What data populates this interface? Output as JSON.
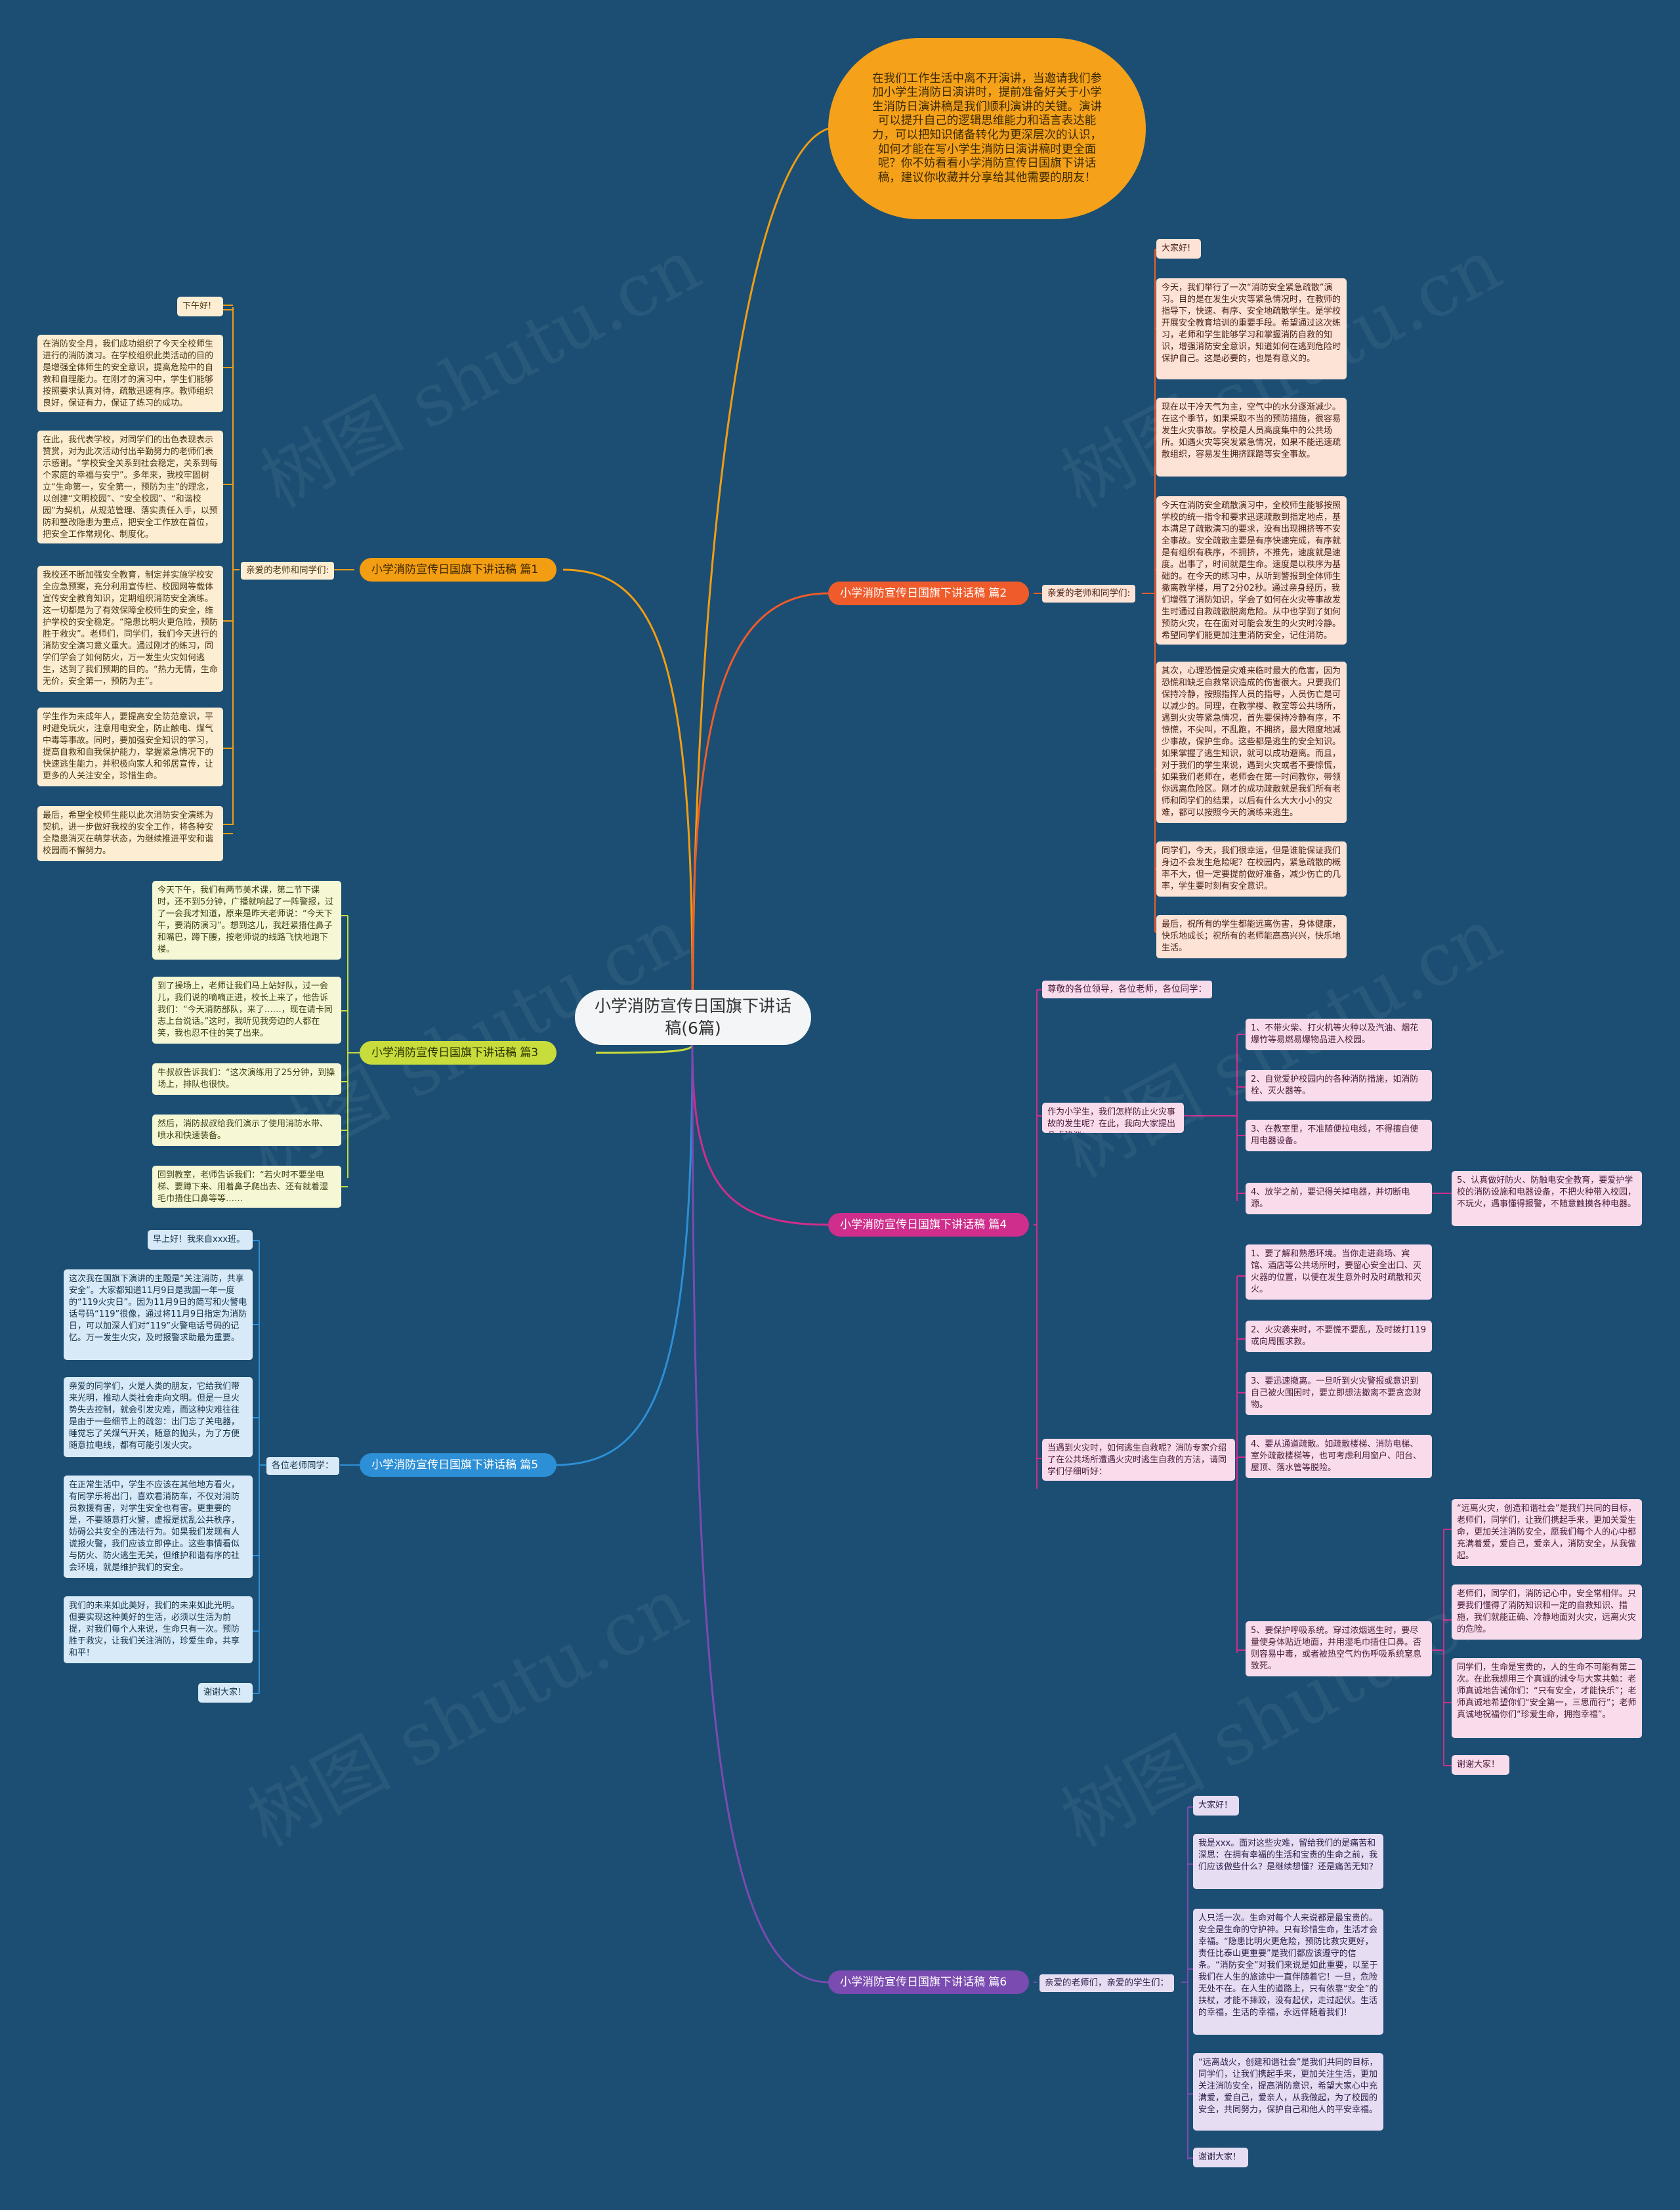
{
  "root": "小学消防宣传日国旗下讲话稿(6篇)",
  "intro": "在我们工作生活中离不开演讲，当邀请我们参加小学生消防日演讲时，提前准备好关于小学生消防日演讲稿是我们顺利演讲的关键。演讲可以提升自己的逻辑思维能力和语言表达能力，可以把知识储备转化为更深层次的认识，如何才能在写小学生消防日演讲稿时更全面呢？你不妨看看小学消防宣传日国旗下讲话稿，建议你收藏并分享给其他需要的朋友！",
  "watermark": "树图 shutu.cn",
  "branches": {
    "p1": {
      "title": "小学消防宣传日国旗下讲话稿 篇1",
      "sub": "亲爱的老师和同学们:",
      "leaves": [
        "下午好!",
        "在消防安全月，我们成功组织了今天全校师生进行的消防演习。在学校组织此类活动的目的是增强全体师生的安全意识，提高危险中的自救和自理能力。在刚才的演习中，学生们能够按照要求认真对待，疏散迅速有序。教师组织良好，保证有力，保证了练习的成功。",
        "在此，我代表学校，对同学们的出色表现表示赞赏，对为此次活动付出辛勤努力的老师们表示感谢。“学校安全关系到社会稳定，关系到每个家庭的幸福与安宁”。多年来，我校牢固树立“生命第一，安全第一，预防为主”的理念，以创建“文明校园”、“安全校园”、“和谐校园”为契机，从规范管理、落实责任入手，以预防和整改隐患为重点，把安全工作放在首位，把安全工作常规化、制度化。",
        "我校还不断加强安全教育，制定并实施学校安全应急预案，充分利用宣传栏、校园网等载体宣传安全教育知识，定期组织消防安全演练。这一切都是为了有效保障全校师生的安全，维护学校的安全稳定。“隐患比明火更危险，预防胜于救灾”。老师们，同学们，我们今天进行的消防安全演习意义重大。通过刚才的练习，同学们学会了如何防火，万一发生火灾如何逃生，达到了我们预期的目的。“热力无情，生命无价，安全第一，预防为主”。",
        "学生作为未成年人，要提高安全防范意识，平时避免玩火，注意用电安全，防止触电、煤气中毒等事故。同时，要加强安全知识的学习，提高自救和自我保护能力，掌握紧急情况下的快速逃生能力，并积极向家人和邻居宣传，让更多的人关注安全，珍惜生命。",
        "最后，希望全校师生能以此次消防安全演练为契机，进一步做好我校的安全工作，将各种安全隐患消灭在萌芽状态，为继续推进平安和谐校园而不懈努力。"
      ]
    },
    "p2": {
      "title": "小学消防宣传日国旗下讲话稿 篇2",
      "sub": "亲爱的老师和同学们:",
      "leaves": [
        "大家好!",
        "今天，我们举行了一次“消防安全紧急疏散”演习。目的是在发生火灾等紧急情况时，在教师的指导下，快速、有序、安全地疏散学生。是学校开展安全教育培训的重要手段。希望通过这次练习，老师和学生能够学习和掌握消防自救的知识，增强消防安全意识，知道如何在逃到危险时保护自己。这是必要的，也是有意义的。",
        "现在以干冷天气为主，空气中的水分逐渐减少。在这个季节，如果采取不当的预防措施，很容易发生火灾事故。学校是人员高度集中的公共场所。如遇火灾等突发紧急情况，如果不能迅速疏散组织，容易发生拥挤踩踏等安全事故。",
        "今天在消防安全疏散演习中，全校师生能够按照学校的统一指令和要求迅速疏散到指定地点，基本满足了疏散演习的要求，没有出现拥挤等不安全事故。安全疏散主要是有序快速完成，有序就是有组织有秩序，不拥挤，不推先，速度就是速度。出事了，时间就是生命。速度是以秩序为基础的。在今天的练习中，从听到警报到全体师生撤离教学楼，用了2分02秒。通过亲身经历，我们增强了消防知识，学会了如何在火灾等事故发生时通过自救疏散脱离危险。从中也学到了如何预防火灾，在在面对可能会发生的火灾时冷静。希望同学们能更加注重消防安全，记住消防。",
        "其次，心理恐慌是灾难来临时最大的危害，因为恐慌和缺乏自救常识造成的伤害很大。只要我们保持冷静，按照指挥人员的指导，人员伤亡是可以减少的。同理，在教学楼、教室等公共场所，遇到火灾等紧急情况，首先要保持冷静有序，不惊慌，不尖叫，不乱跑，不拥挤，最大限度地减少事故，保护生命。这些都是逃生的安全知识。如果掌握了逃生知识，就可以成功避离。而且，对于我们的学生来说，遇到火灾或者不要惊慌，如果我们老师在，老师会在第一时间教你，带领你远离危险区。刚才的成功疏散就是我们所有老师和同学们的结果，以后有什么大大小小的灾难，都可以按照今天的演练来逃生。",
        "同学们，今天，我们很幸运，但是谁能保证我们身边不会发生危险呢？在校园内，紧急疏散的概率不大，但一定要提前做好准备，减少伤亡的几率，学生要时刻有安全意识。",
        "最后，祝所有的学生都能远离伤害，身体健康，快乐地成长；祝所有的老师能高高兴兴，快乐地生活。"
      ]
    },
    "p3": {
      "title": "小学消防宣传日国旗下讲话稿 篇3",
      "leaves": [
        "今天下午，我们有两节美术课，第二节下课时，还不到5分钟，广播就响起了一阵警报，过了一会我才知道，原来是昨天老师说：“今天下午，要消防演习”。想到这儿，我赶紧捂住鼻子和嘴巴，蹲下腰，按老师说的线路飞快地跑下楼。",
        "到了操场上，老师让我们马上站好队，过一会儿，我们说的嘀嘀正进，校长上来了，他告诉我们：“今天消防部队，来了……，现在请卡同志上台说话。”这时，我听见我旁边的人都在笑，我也忍不住的笑了出来。",
        "牛叔叔告诉我们：“这次演练用了25分钟，到操场上，排队也很快。",
        "然后，消防叔叔给我们演示了使用消防水带、喷水和快速装备。",
        "回到教室，老师告诉我们：“若火时不要坐电梯、要蹲下来、用着鼻子爬出去、还有就着湿毛巾捂住口鼻等等……"
      ]
    },
    "p4": {
      "title": "小学消防宣传日国旗下讲话稿 篇4",
      "greeting": "尊敬的各位领导，各位老师，各位同学：",
      "sub1": "作为小学生，我们怎样防止火灾事故的发生呢？在此，我向大家提出几点建议：",
      "tips1": [
        "1、不带火柴、打火机等火种以及汽油、烟花爆竹等易燃易爆物品进入校园。",
        "2、自觉爱护校园内的各种消防措施，如消防栓、灭火器等。",
        "3、在教室里，不准随便拉电线，不得擅自使用电器设备。",
        "4、放学之前，要记得关掉电器，并切断电源。"
      ],
      "tip5": "5、认真做好防火、防触电安全教育，要爱护学校的消防设施和电器设备，不把火种带入校园，不玩火，遇事懂得报警，不随意触摸各种电器。",
      "sub2": "当遇到火灾时，如何逃生自救呢？消防专家介绍了在公共场所遭遇火灾时逃生自救的方法，请同学们仔细听好：",
      "tips2": [
        "1、要了解和熟悉环境。当你走进商场、宾馆、酒店等公共场所时，要留心安全出口、灭火器的位置，以便在发生意外时及时疏散和灭火。",
        "2、火灾袭来时，不要慌不要乱，及时拨打119或向周围求救。",
        "3、要迅速撤离。一旦听到火灾警报或意识到自己被火围困时，要立即想法撤离不要贪恋财物。",
        "4、要从通道疏散。如疏散楼梯、消防电梯、室外疏散楼梯等，也可考虑利用窗户、阳台、屋顶、落水管等脱险。",
        "5、要保护呼吸系统。穿过浓烟逃生时，要尽量使身体贴近地面，并用湿毛巾捂住口鼻。否则容易中毒，或者被热空气灼伤呼吸系统窒息致死。"
      ],
      "end": [
        "“远离火灾，创造和谐社会”是我们共同的目标，老师们，同学们，让我们携起手来，更加关爱生命，更加关注消防安全，愿我们每个人的心中都充满着爱，爱自己，爱亲人，消防安全，从我做起。",
        "老师们，同学们，消防记心中，安全常相伴。只要我们懂得了消防知识和一定的自救知识、措施，我们就能正确、冷静地面对火灾，远离火灾的危险。",
        "同学们，生命是宝贵的，人的生命不可能有第二次。在此我想用三个真诚的诫令与大家共勉：老师真诚地告诫你们：“只有安全，才能快乐”；老师真诚地希望你们“安全第一，三思而行”；老师真诚地祝福你们“珍爱生命，拥抱幸福”。",
        "谢谢大家！"
      ]
    },
    "p5": {
      "title": "小学消防宣传日国旗下讲话稿 篇5",
      "sub": "各位老师同学：",
      "leaves": [
        "早上好！我来自xxx班。",
        "这次我在国旗下演讲的主题是“关注消防，共享安全”。大家都知道11月9日是我国一年一度的“119火灾日”。因为11月9日的简写和火警电话号码“119”很像，通过将11月9日指定为消防日，可以加深人们对“119”火警电话号码的记忆。万一发生火灾，及时报警求助最为重要。",
        "亲爱的同学们，火是人类的朋友，它给我们带来光明，推动人类社会走向文明。但是一旦火势失去控制，就会引发灾难，而这种灾难往往是由于一些细节上的疏忽：出门忘了关电器，睡觉忘了关煤气开关，随意的抛头，为了方便随意拉电线，都有可能引发火灾。",
        "在正常生活中，学生不应该在其他地方看火，有同学乐将出门，喜欢看消防车，不仅对消防员救援有害，对学生安全也有害。更重要的是，不要随意打火警，虚报是扰乱公共秩序，妨碍公共安全的违法行为。如果我们发现有人谎报火警，我们应该立即停止。这些事情看似与防火、防火逃生无关，但维护和谐有序的社会环境，就是维护我们的安全。",
        "我们的未来如此美好，我们的未来如此光明。但要实现这种美好的生活，必须以生活为前提，对我们每个人来说，生命只有一次。预防胜于救灾，让我们关注消防，珍爱生命，共享和平！",
        "谢谢大家！"
      ]
    },
    "p6": {
      "title": "小学消防宣传日国旗下讲话稿 篇6",
      "sub": "亲爱的老师们，亲爱的学生们：",
      "leaves": [
        "大家好！",
        "我是xxx。面对这些灾难，留给我们的是痛苦和深思：在拥有幸福的生活和宝贵的生命之前，我们应该做些什么？是继续想懂？还是痛苦无知？",
        "人只活一次。生命对每个人来说都是最宝贵的。安全是生命的守护神。只有珍惜生命，生活才会幸福。“隐患比明火更危险，预防比救灾更好，责任比泰山更重要”是我们都应该遵守的信条。“消防安全”对我们来说是如此重要，以至于我们在人生的旅途中一直伴随着它！一旦，危险无处不在。在人生的道路上，只有依靠“安全”的扶杖，才能不摔跤，没有起伏，走过起伏。生活的幸福，生活的幸福，永远伴随着我们！",
        "“远离战火，创建和谐社会”是我们共同的目标，同学们，让我们携起手来，更加关注生活，更加关注消防安全，提高消防意识，希望大家心中充满爱，爱自己，爱亲人，从我做起，为了校园的安全，共同努力，保护自己和他人的平安幸福。",
        "谢谢大家！"
      ]
    }
  }
}
